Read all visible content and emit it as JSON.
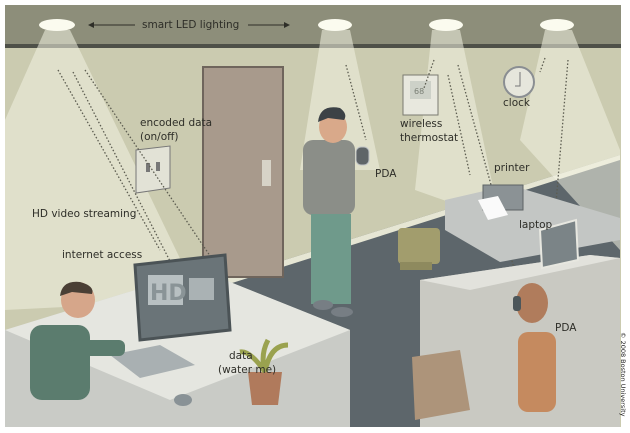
{
  "labels": {
    "lighting": "smart LED lighting",
    "encoded_data": [
      "encoded data",
      "(on/off)"
    ],
    "hd_video": "HD video streaming",
    "internet": "internet access",
    "pda_standing": "PDA",
    "thermostat": [
      "wireless",
      "thermostat"
    ],
    "clock": "clock",
    "printer": "printer",
    "laptop": "laptop",
    "pda_seated": "PDA",
    "plant": [
      "data",
      "(water me)"
    ]
  },
  "monitor_text": "HD",
  "thermostat_reading": "68",
  "copyright": "© 2008 Boston University",
  "colors": {
    "ceiling": "#8d8e7a",
    "wall": "#cbcbb0",
    "floor": "#5d666b",
    "light": "#fbfbef"
  }
}
